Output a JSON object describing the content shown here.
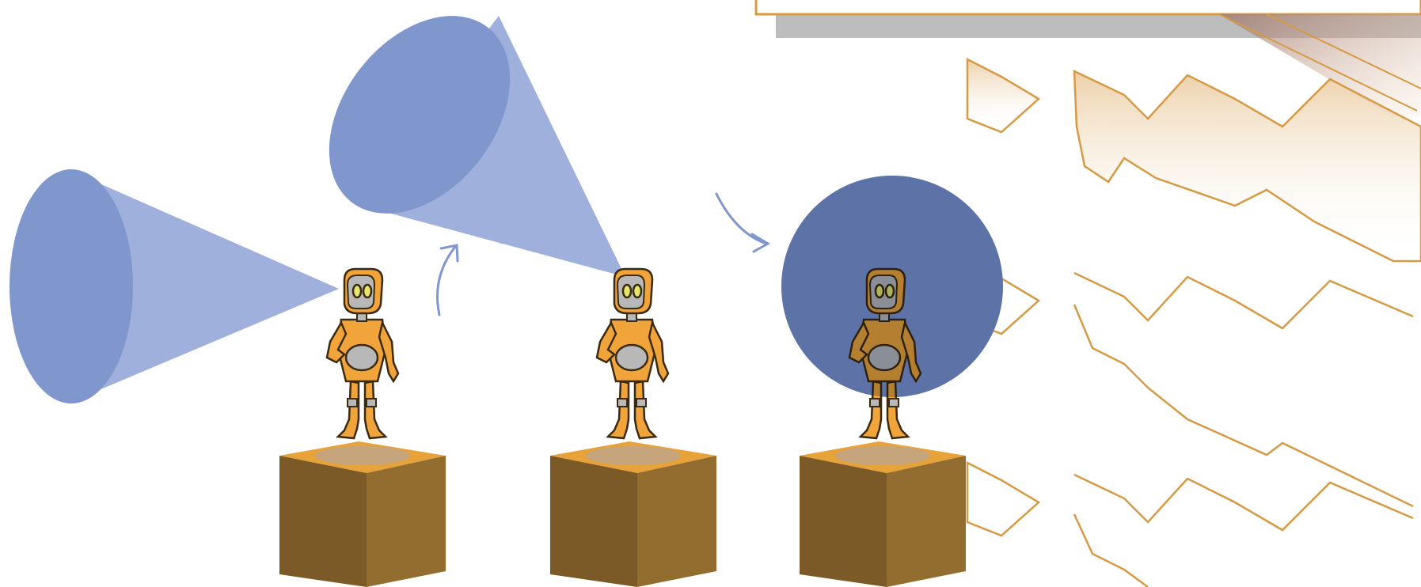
{
  "figure": {
    "description_items": [
      {
        "kind": "cone-field-of-view",
        "facing": "left"
      },
      {
        "kind": "cone-field-of-view",
        "facing": "up-left"
      },
      {
        "kind": "sphere-field-of-view"
      }
    ],
    "robots": 3,
    "pedestals": 3,
    "arrows": [
      "rotate",
      "expand"
    ]
  },
  "colors": {
    "cone_fill": "#9fb0dc",
    "cone_base": "#7f97cc",
    "sphere": "#7c94cc",
    "robot_body": "#f0a43a",
    "robot_outline": "#3a2a10",
    "robot_grey": "#b8b8b8",
    "pedestal_top": "#e7a23a",
    "pedestal_left": "#7b5a27",
    "pedestal_right": "#936c30",
    "accent_orange": "#d99a3d",
    "panel_shadow": "#bdbdbd",
    "arrow": "#7f97cc",
    "hex_outline": "#d79a44"
  }
}
